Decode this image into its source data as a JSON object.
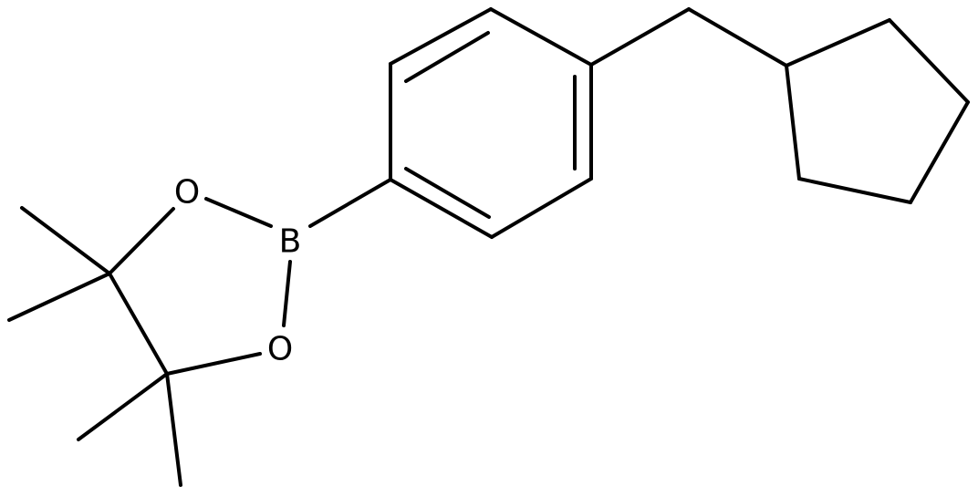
{
  "molecule": {
    "atoms": {
      "boron": "B",
      "oxygen_upper": "O",
      "oxygen_lower": "O"
    }
  },
  "colors": {
    "bond": "#000000",
    "label": "#000000",
    "background": "#ffffff"
  }
}
